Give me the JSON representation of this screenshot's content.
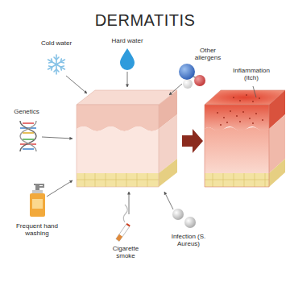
{
  "diagram": {
    "title": "DERMATITIS",
    "labels": [
      "Cold water",
      "Hard water",
      "Other allergens",
      "Genetics",
      "Frequent hand washing",
      "Cigarette smoke",
      "Infection (S. Aureus)",
      "Inflammation (itch)"
    ]
  }
}
